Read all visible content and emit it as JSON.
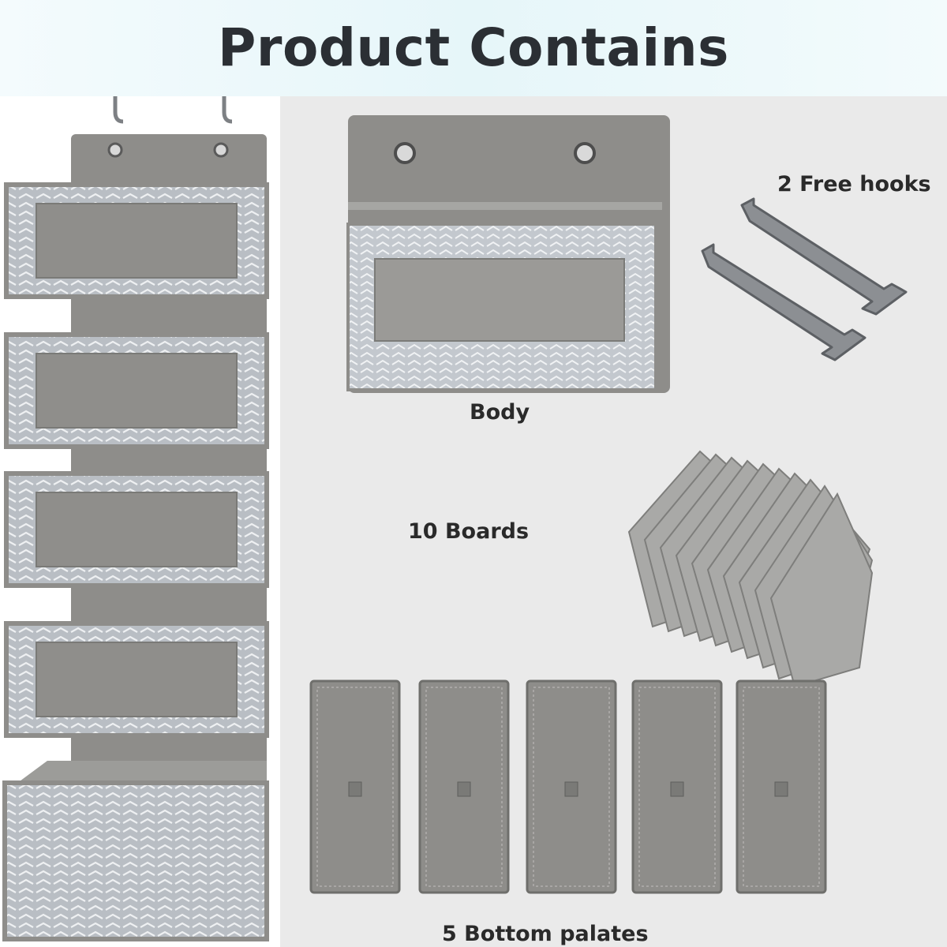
{
  "title": "Product Contains",
  "labels": {
    "hooks": "2 Free hooks",
    "body": "Body",
    "boards": "10 Boards",
    "palates": "5 Bottom palates"
  },
  "counts": {
    "hooks": 2,
    "boards": 10,
    "palates": 5,
    "organizer_pockets": 5
  },
  "colors": {
    "header_bg": "#e6f6f9",
    "panel_bg": "#eaeaea",
    "fabric_gray": "#8e8d8a",
    "chevron_light": "#c9cdd2",
    "text": "#2a2a2a"
  },
  "icons": [
    "hanging-organizer-image",
    "body-panel-image",
    "hook-icon",
    "board-icon",
    "bottom-palate-icon"
  ]
}
